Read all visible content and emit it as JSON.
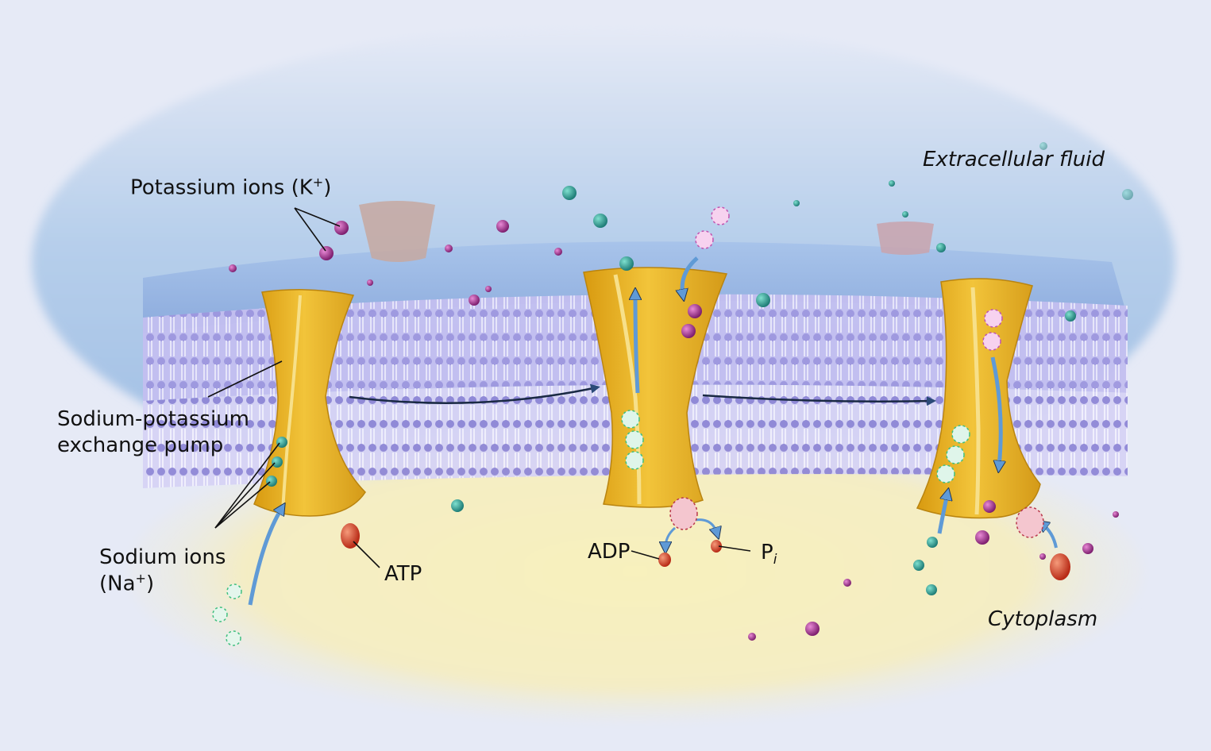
{
  "labels": {
    "extracellular": "Extracellular fluid",
    "potassium": "Potassium ions (K",
    "potassium_sup": "+",
    "potassium_close": ")",
    "pump_line1": "Sodium-potassium",
    "pump_line2": "exchange pump",
    "sodium_line1": "Sodium ions",
    "sodium_line2": "(Na",
    "sodium_sup": "+",
    "sodium_close": ")",
    "atp": "ATP",
    "adp": "ADP",
    "pi_main": "P",
    "pi_sub": "i",
    "cytoplasm": "Cytoplasm"
  },
  "colors": {
    "background": "#e6eaf6",
    "extracellular_fluid": "#a9c8e8",
    "membrane_top": "#9bb8e2",
    "lipid_heads": "#a9a2e2",
    "cytoplasm": "#f6efb8",
    "pump": "#e8b320",
    "sodium_ion": "#2f9a8e",
    "potassium_ion": "#b23a9a",
    "atp": "#d9472b",
    "arrow": "#5f9ad6",
    "channel_protein": "#c7a8a0"
  }
}
